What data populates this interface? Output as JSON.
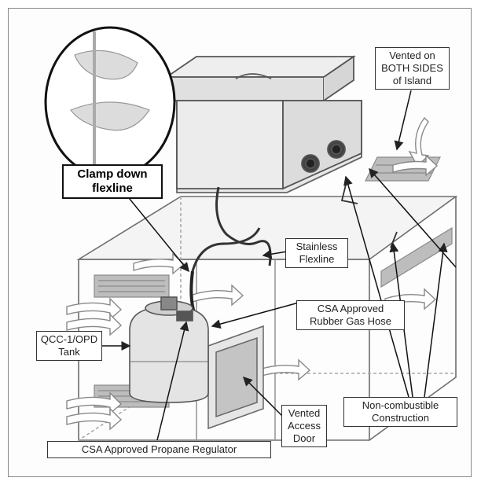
{
  "callouts": {
    "clamp": [
      "Clamp down",
      "flexline"
    ],
    "vented_island": [
      "Vented on",
      "BOTH SIDES",
      "of Island"
    ],
    "stainless": [
      "Stainless",
      "Flexline"
    ],
    "csa_hose": [
      "CSA Approved",
      "Rubber Gas Hose"
    ],
    "tank": [
      "QCC-1/OPD",
      "Tank"
    ],
    "noncombustible": [
      "Non-combustible",
      "Construction"
    ],
    "access_door": [
      "Vented",
      "Access",
      "Door"
    ],
    "regulator": [
      "CSA Approved Propane Regulator"
    ]
  },
  "colors": {
    "line": "#555555",
    "shade": "#9a9a9a",
    "callout_border": "#333333"
  }
}
